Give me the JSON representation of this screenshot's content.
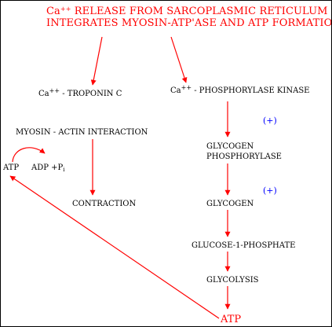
{
  "title": {
    "line1_prefix": "Ca",
    "line1_sup": "++",
    "line1_rest": "  RELEASE FROM SARCOPLASMIC RETICULUM",
    "line2": "INTEGRATES MYOSIN-ATP'ASE AND ATP FORMATION"
  },
  "nodes": {
    "troponin": {
      "prefix": "Ca",
      "sup": "++",
      "rest": " - TROPONIN C"
    },
    "phosphorylase_kinase": {
      "prefix": "Ca",
      "sup": "++",
      "rest": "  - PHOSPHORYLASE KINASE"
    },
    "myosin_actin": "MYOSIN - ACTIN INTERACTION",
    "atp_left": "ATP",
    "adp_pi": {
      "text": "ADP +P",
      "sub": "i"
    },
    "contraction": "CONTRACTION",
    "glycogen_phosphorylase_line1": "GLYCOGEN",
    "glycogen_phosphorylase_line2": "PHOSPHORYLASE",
    "glycogen": "GLYCOGEN",
    "glucose_1_phosphate": "GLUCOSE-1-PHOSPHATE",
    "glycolysis": "GLYCOLYSIS",
    "atp_bottom": "ATP"
  },
  "annotations": {
    "plus_1": "(+)",
    "plus_2": "(+)"
  },
  "colors": {
    "arrow": "#ff0000",
    "title": "#ff0000",
    "plus": "#0000ff",
    "text": "#000000",
    "border": "#000000"
  }
}
